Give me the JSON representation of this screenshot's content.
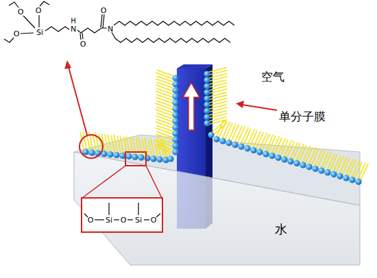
{
  "diagram": {
    "nodes": [
      {
        "text": [
          "O",
          "Si",
          "O",
          "Si",
          "O"
        ]
      }
    ],
    "labels": [
      "O",
      "O",
      "O",
      "Si",
      "H",
      "N",
      "O",
      "O",
      "N",
      "空气",
      "单分子膜",
      "水"
    ]
  }
}
